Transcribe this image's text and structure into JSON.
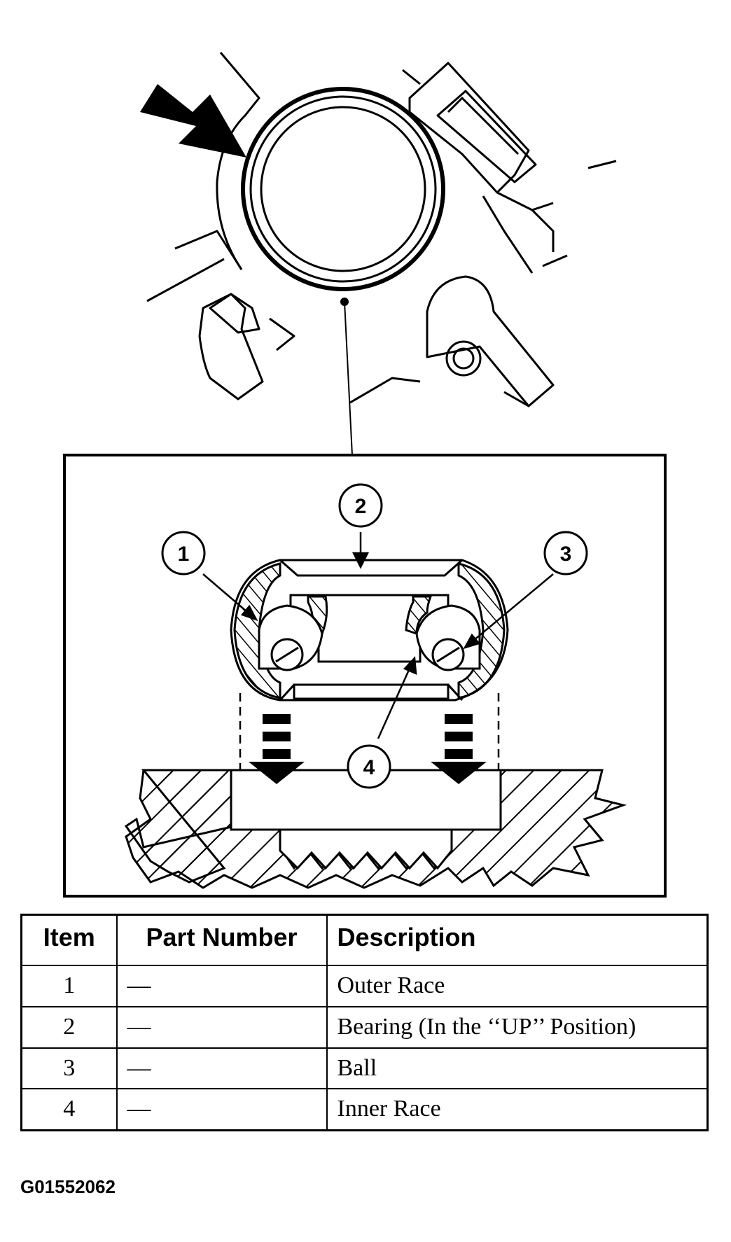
{
  "diagram": {
    "callouts": [
      "1",
      "2",
      "3",
      "4"
    ]
  },
  "table": {
    "headers": {
      "item": "Item",
      "part_number": "Part Number",
      "description": "Description"
    },
    "rows": [
      {
        "item": "1",
        "part_number": "—",
        "description": "Outer Race"
      },
      {
        "item": "2",
        "part_number": "—",
        "description": "Bearing (In the ‘‘UP’’ Position)"
      },
      {
        "item": "3",
        "part_number": "—",
        "description": "Ball"
      },
      {
        "item": "4",
        "part_number": "—",
        "description": "Inner Race"
      }
    ]
  },
  "figure_id": "G01552062"
}
